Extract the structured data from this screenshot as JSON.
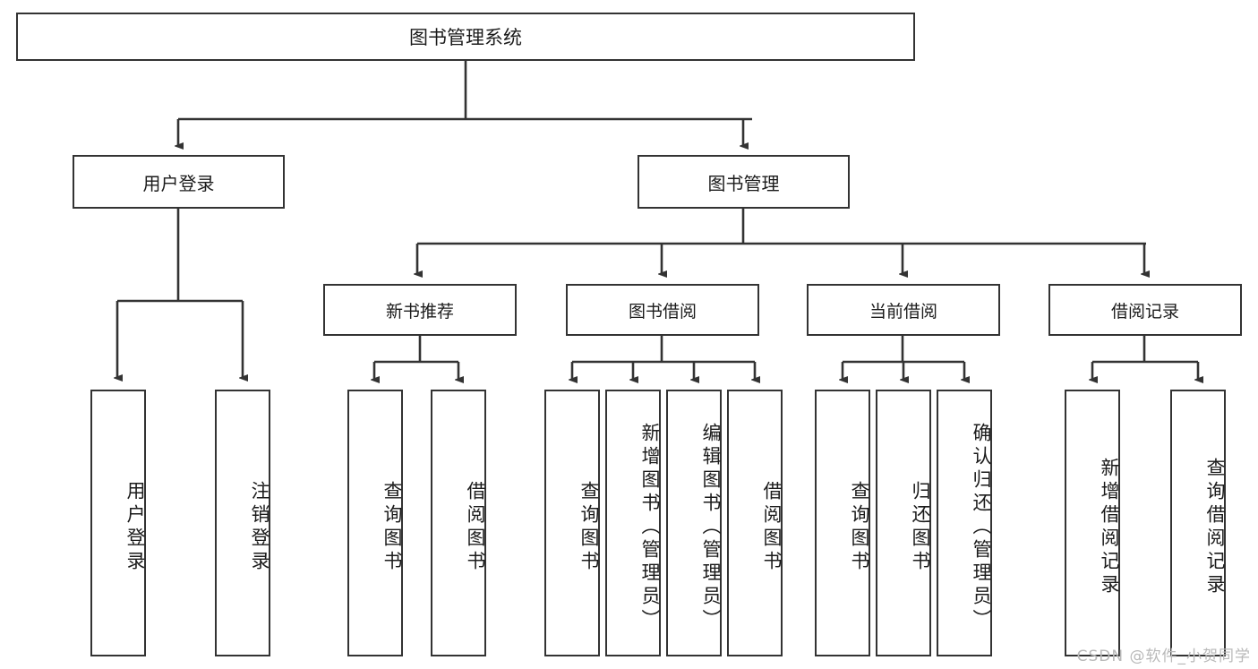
{
  "diagram": {
    "title": "图书管理系统",
    "root": {
      "label": "图书管理系统"
    },
    "level1": [
      {
        "label": "用户登录"
      },
      {
        "label": "图书管理"
      }
    ],
    "level2": [
      {
        "label": "新书推荐"
      },
      {
        "label": "图书借阅"
      },
      {
        "label": "当前借阅"
      },
      {
        "label": "借阅记录"
      }
    ],
    "leaves": {
      "user_login": [
        {
          "label": "用户登录"
        },
        {
          "label": "注销登录"
        }
      ],
      "new_book_recommend": [
        {
          "label": "查询图书"
        },
        {
          "label": "借阅图书"
        }
      ],
      "book_borrow": [
        {
          "label": "查询图书"
        },
        {
          "label": "新增图书（管理员）"
        },
        {
          "label": "编辑图书（管理员）"
        },
        {
          "label": "借阅图书"
        }
      ],
      "current_borrow": [
        {
          "label": "查询图书"
        },
        {
          "label": "归还图书"
        },
        {
          "label": "确认归还（管理员）"
        }
      ],
      "borrow_record": [
        {
          "label": "新增借阅记录"
        },
        {
          "label": "查询借阅记录"
        }
      ]
    }
  },
  "watermark": {
    "text": "CSDN @软件_小贺同学"
  },
  "colors": {
    "border": "#333333",
    "text": "#1b1b1b",
    "background": "#ffffff",
    "watermark": "#b9b9b9"
  }
}
